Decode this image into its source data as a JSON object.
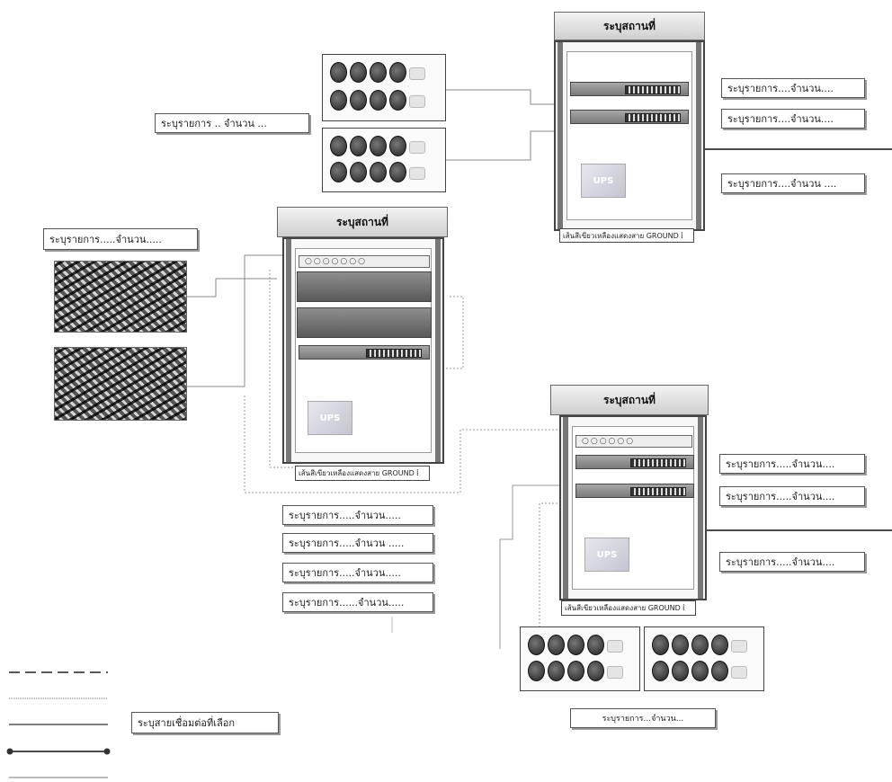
{
  "locations": {
    "top_right": "ระบุสถานที่",
    "center": "ระบุสถานที่",
    "bottom_right": "ระบุสถานที่"
  },
  "labels": {
    "top_left_item": "ระบุรายการ .. จำนวน ...",
    "top_right_item_1": "ระบุรายการ....จำนวน....",
    "top_right_item_2": "ระบุรายการ....จำนวน....",
    "top_right_item_3": "ระบุรายการ....จำนวน ....",
    "camera_item": "ระบุรายการ.....จำนวน.....",
    "center_item_1": "ระบุรายการ.....จำนวน.....",
    "center_item_2": "ระบุรายการ.....จำนวน .....",
    "center_item_3": "ระบุรายการ.....จำนวน.....",
    "center_item_4": "ระบุรายการ......จำนวน.....",
    "bottom_right_item_1": "ระบุรายการ.....จำนวน....",
    "bottom_right_item_2": "ระบุรายการ.....จำนวน....",
    "bottom_right_item_3": "ระบุรายการ.....จำนวน....",
    "bottom_phones_item": "ระบุรายการ...จำนวน...",
    "legend_caption": "ระบุสายเชื่อมต่อที่เลือก"
  },
  "ground": {
    "top_right": "เส้นสีเขียวเหลืองแสดงสาย GROUND",
    "center": "เส้นสีเขียวเหลืองแสดงสาย GROUND",
    "bottom_right": "เส้นสีเขียวเหลืองแสดงสาย GROUND"
  },
  "ups_label": "UPS",
  "legend": {
    "line_styles": [
      "dashed",
      "dotted",
      "solid-thin",
      "solid-endpoints",
      "solid-thin-2"
    ]
  },
  "icons": [
    "ip-phone-icon",
    "camera-thumbnail",
    "ups-icon",
    "switch-icon",
    "ground-icon"
  ]
}
